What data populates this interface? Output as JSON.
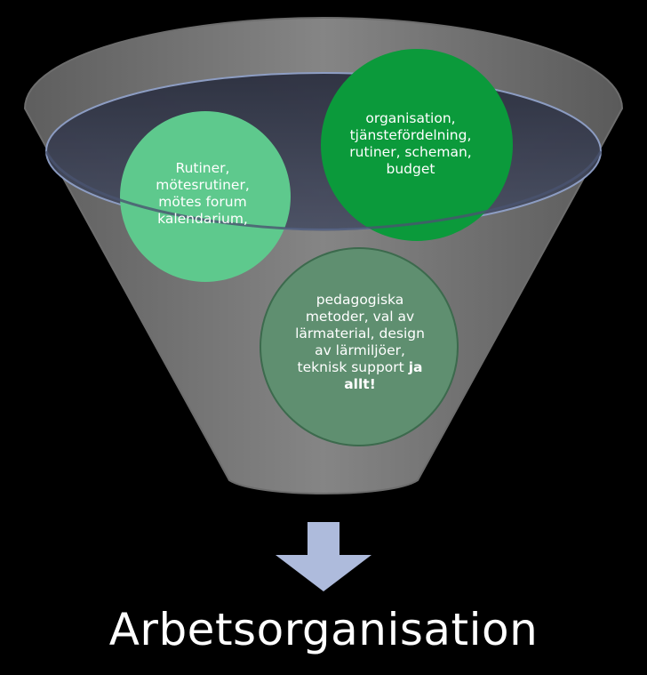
{
  "diagram": {
    "colors": {
      "background": "#000000",
      "funnel": "#7a7a7a",
      "funnel_rim": "#3f4456",
      "circle_left": "#5ec98d",
      "circle_right": "#0b9a3b",
      "circle_bottom": "#5f8f70",
      "arrow": "#aebbdc",
      "text": "#ffffff"
    },
    "circles": [
      {
        "lines": [
          "Rutiner,",
          "mötesrutiner,",
          "mötes forum",
          "kalendarium,"
        ]
      },
      {
        "lines": [
          "organisation,",
          "tjänstefördelning,",
          "rutiner, scheman,",
          "budget"
        ]
      },
      {
        "lines": [
          "pedagogiska",
          "metoder, val av",
          "lärmaterial, design",
          "av lärmiljöer,",
          "teknisk support"
        ],
        "emphasis_inline": "ja",
        "emphasis_last": "allt!"
      }
    ],
    "result_label": "Arbetsorganisation",
    "icons": [
      "funnel-icon",
      "down-arrow-icon"
    ]
  }
}
